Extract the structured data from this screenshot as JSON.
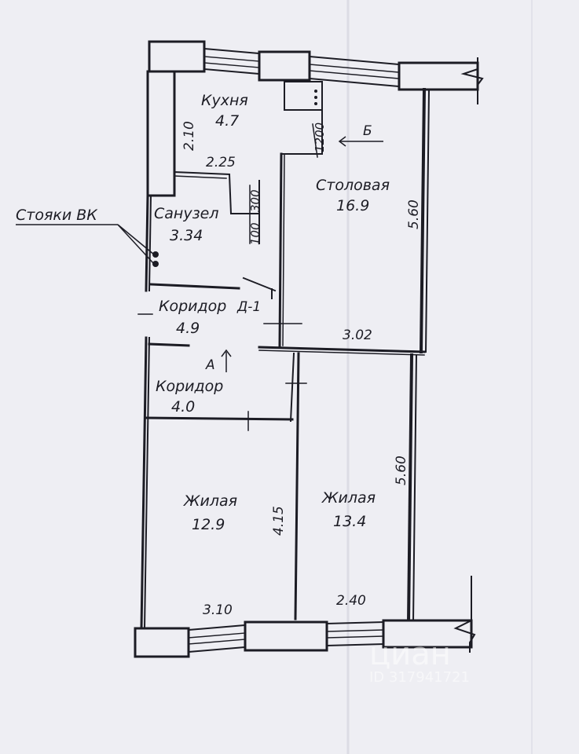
{
  "rooms": {
    "kitchen": {
      "name": "Кухня",
      "area": "4.7"
    },
    "dining": {
      "name": "Столовая",
      "area": "16.9"
    },
    "bathroom": {
      "name": "Санузел",
      "area": "3.34"
    },
    "corridor1": {
      "name": "Коридор",
      "area": "4.9"
    },
    "corridor2": {
      "name": "Коридор",
      "area": "4.0"
    },
    "living1": {
      "name": "Жилая",
      "area": "12.9"
    },
    "living2": {
      "name": "Жилая",
      "area": "13.4"
    }
  },
  "dimensions": {
    "kitchen_height": "2.10",
    "kitchen_width": "2.25",
    "dining_height": "5.60",
    "dining_width": "3.02",
    "living2_height": "5.60",
    "living1_height": "4.15",
    "living1_width": "3.10",
    "living2_width": "2.40",
    "niche_1200": "1200",
    "wall_300": "300",
    "wall_100": "100"
  },
  "annotations": {
    "risers": "Стояки ВК",
    "door": "Д-1",
    "section_a": "А",
    "section_b": "Б"
  },
  "watermark": {
    "brand": "циан",
    "id": "ID 317941721"
  }
}
